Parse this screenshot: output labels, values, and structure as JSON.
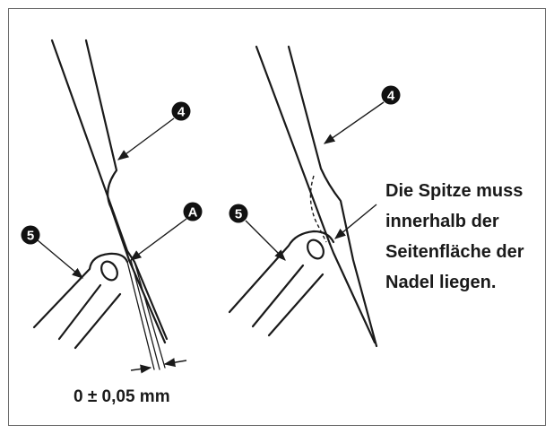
{
  "diagram": {
    "callouts": {
      "needle": "4",
      "hook": "5",
      "point": "A"
    },
    "note_lines": [
      "Die Spitze muss",
      "innerhalb der",
      "Seitenfläche der",
      "Nadel liegen."
    ],
    "clearance": "0 ± 0,05 mm"
  }
}
